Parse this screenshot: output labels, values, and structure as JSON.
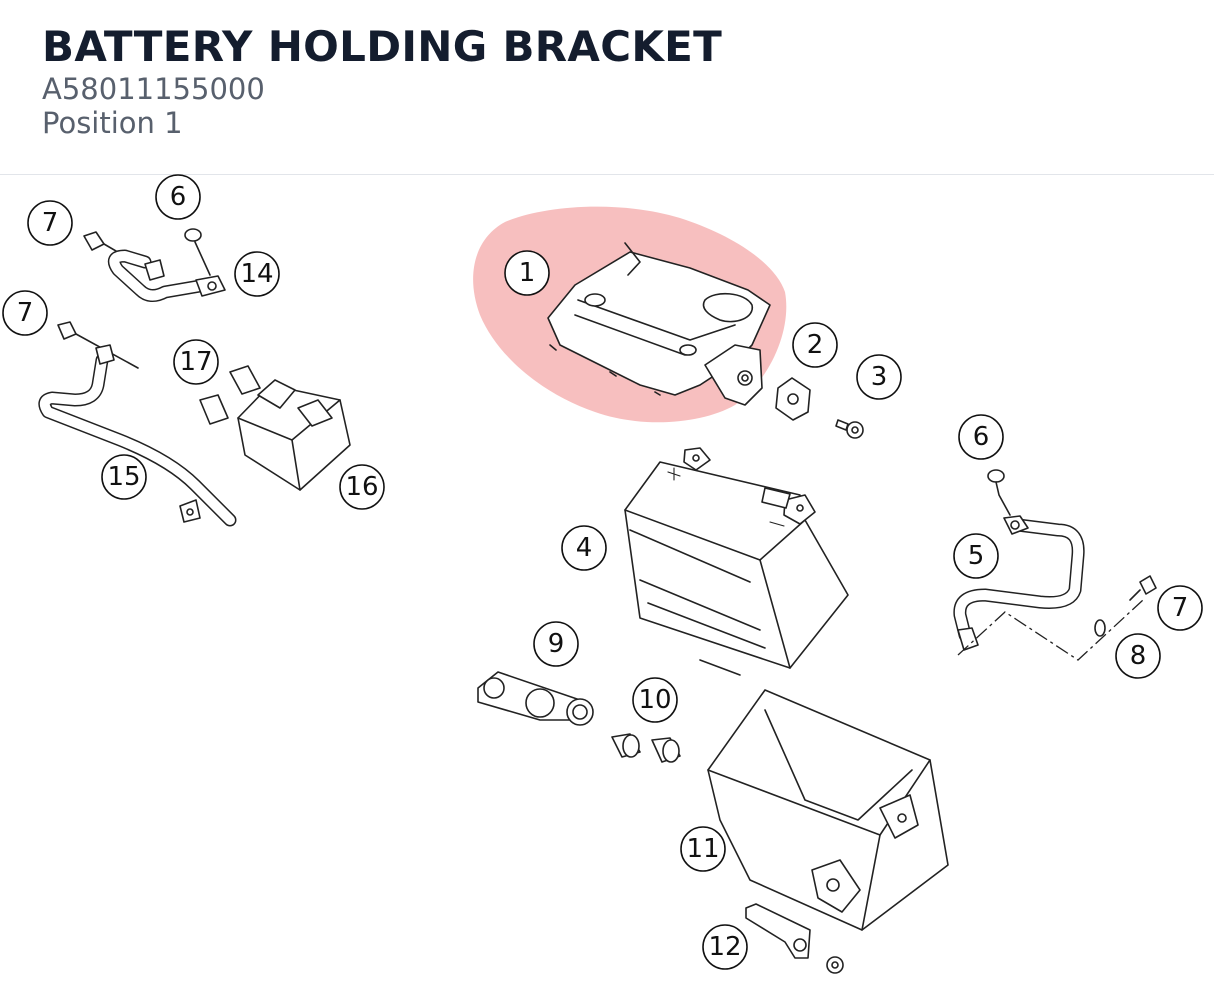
{
  "header": {
    "title": "BATTERY HOLDING BRACKET",
    "part_number": "A58011155000",
    "position_label": "Position 1"
  },
  "diagram": {
    "highlight_color": "#f08a8a",
    "selected_callout": "1",
    "callouts": [
      "1",
      "2",
      "3",
      "4",
      "5",
      "6",
      "6",
      "7",
      "7",
      "7",
      "8",
      "9",
      "10",
      "11",
      "12",
      "14",
      "15",
      "16",
      "17"
    ]
  }
}
